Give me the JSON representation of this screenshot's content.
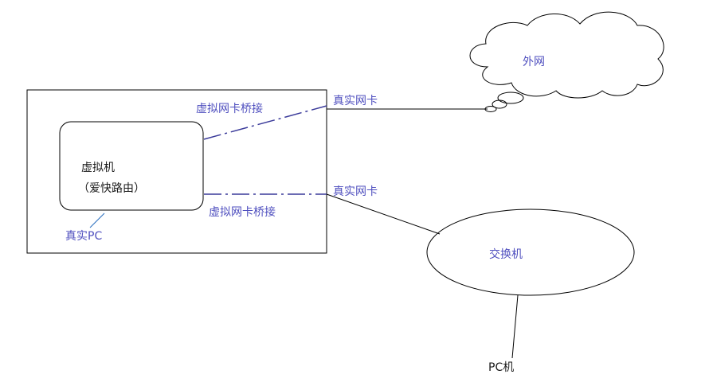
{
  "diagram": {
    "cloud_label": "外网",
    "switch_label": "交换机",
    "pc_label": "PC机",
    "vm_name": "虚拟机",
    "vm_subtitle": "（爱快路由）",
    "host_label": "真实PC",
    "nic_top_label": "真实网卡",
    "nic_bottom_label": "真实网卡",
    "bridge_top_label": "虚拟网卡桥接",
    "bridge_bottom_label": "虚拟网卡桥接"
  },
  "colors": {
    "line": "#000000",
    "bridge_line": "#3a3a9a",
    "label_blue": "#4f4fbf",
    "label_dark": "#1a1a1a"
  }
}
